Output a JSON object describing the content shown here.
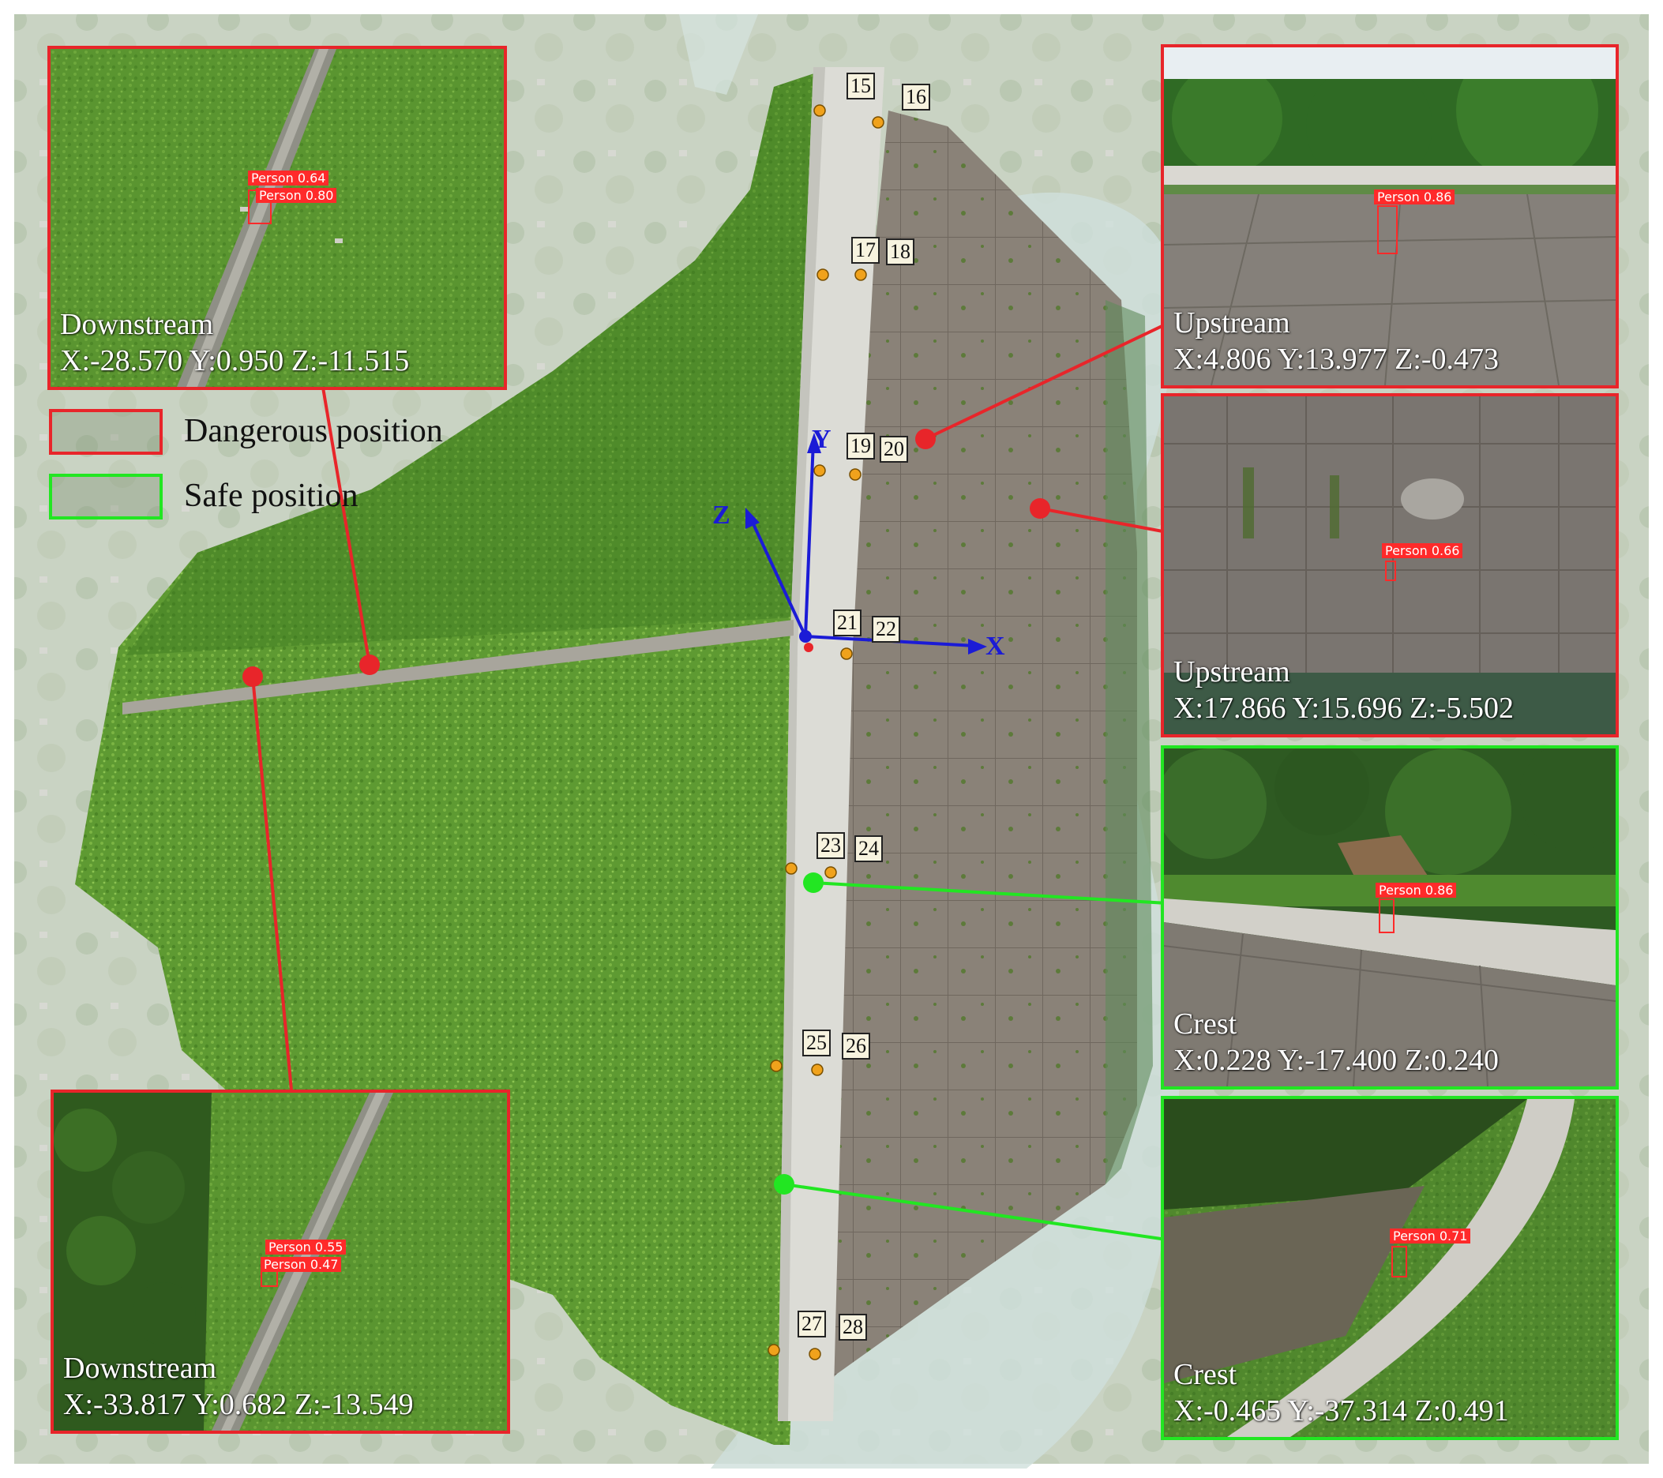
{
  "legend": {
    "dangerous_label": "Dangerous position",
    "safe_label": "Safe position",
    "dangerous_color": "#e8252a",
    "safe_color": "#22e622"
  },
  "axes": {
    "x": "X",
    "y": "Y",
    "z": "Z"
  },
  "station_markers": [
    "15",
    "16",
    "17",
    "18",
    "19",
    "20",
    "21",
    "22",
    "23",
    "24",
    "25",
    "26",
    "27",
    "28"
  ],
  "panels": {
    "downstream_top": {
      "location": "Downstream",
      "coords": "X:-28.570  Y:0.950  Z:-11.515",
      "detections": [
        "Person 0.64",
        "Person 0.80"
      ]
    },
    "downstream_bottom": {
      "location": "Downstream",
      "coords": "X:-33.817  Y:0.682  Z:-13.549",
      "detections": [
        "Person 0.55",
        "Person 0.47"
      ]
    },
    "upstream_top": {
      "location": "Upstream",
      "coords": "X:4.806  Y:13.977  Z:-0.473",
      "detections": [
        "Person 0.86"
      ]
    },
    "upstream_mid": {
      "location": "Upstream",
      "coords": "X:17.866  Y:15.696  Z:-5.502",
      "detections": [
        "Person 0.66"
      ]
    },
    "crest_top": {
      "location": "Crest",
      "coords": "X:0.228  Y:-17.400  Z:0.240",
      "detections": [
        "Person 0.86"
      ]
    },
    "crest_bottom": {
      "location": "Crest",
      "coords": "X:-0.465  Y:-37.314  Z:0.491",
      "detections": [
        "Person 0.71"
      ]
    }
  }
}
